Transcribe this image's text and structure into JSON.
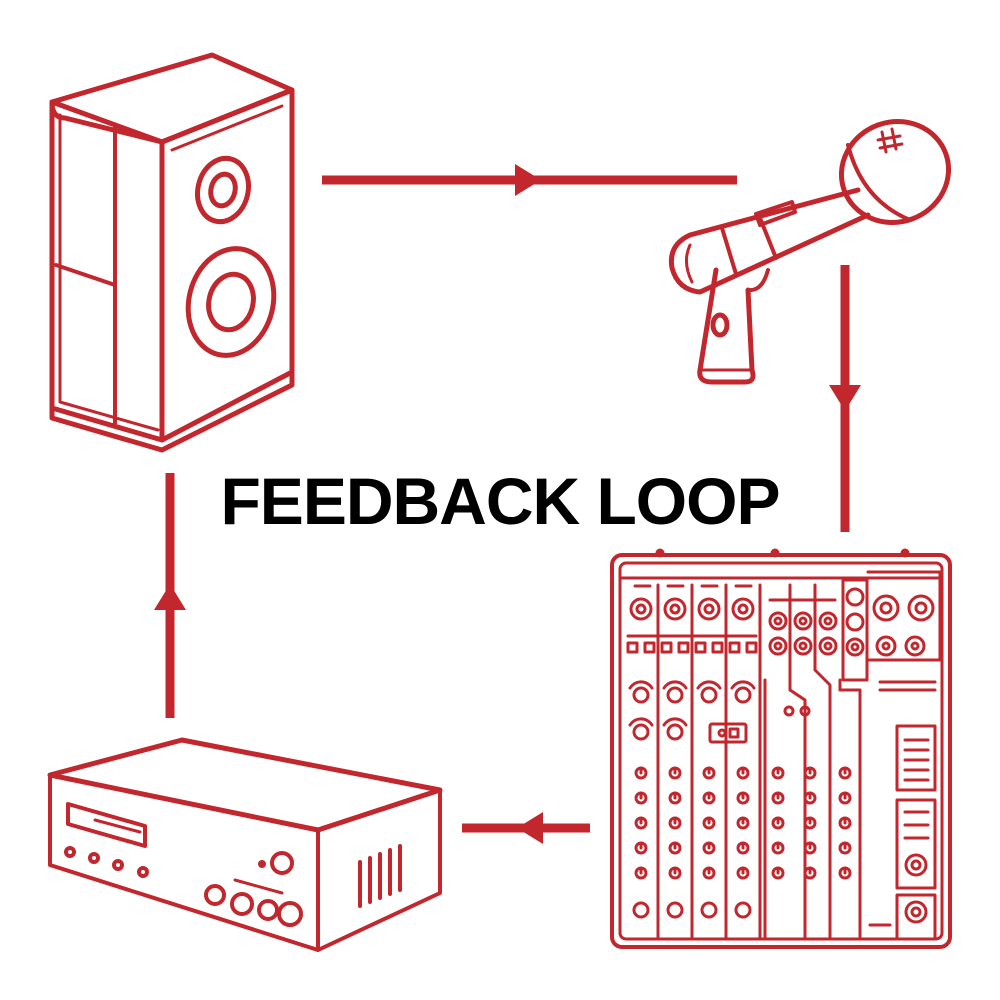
{
  "diagram": {
    "title": "FEEDBACK LOOP",
    "nodes": [
      {
        "id": "speaker",
        "name": "speaker-icon"
      },
      {
        "id": "microphone",
        "name": "microphone-icon"
      },
      {
        "id": "mixer",
        "name": "mixing-console-icon"
      },
      {
        "id": "amplifier",
        "name": "amplifier-icon"
      }
    ],
    "edges": [
      {
        "from": "speaker",
        "to": "microphone"
      },
      {
        "from": "microphone",
        "to": "mixer"
      },
      {
        "from": "mixer",
        "to": "amplifier"
      },
      {
        "from": "amplifier",
        "to": "speaker"
      }
    ]
  },
  "colors": {
    "line": "#c1272d",
    "text": "#000000",
    "background": "#ffffff"
  }
}
